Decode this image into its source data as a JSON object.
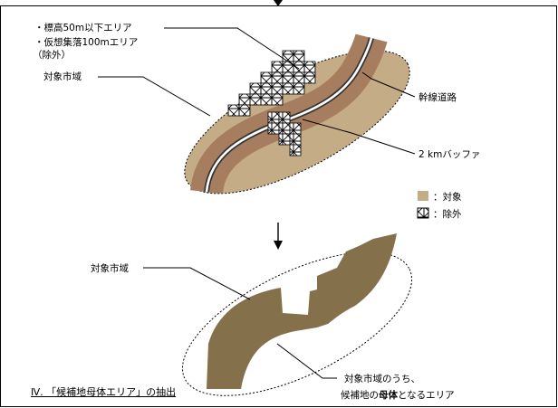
{
  "colors": {
    "target_fill": "#c4ad86",
    "buffer_fill": "#a67d5e",
    "mother_area_fill": "#84704a",
    "road_stroke": "#333333"
  },
  "top_diagram": {
    "exclusion_note_line1": "・標高50m以下エリア",
    "exclusion_note_line2": "・仮想集落100mエリア",
    "exclusion_note_line3": "（除外）",
    "city_area_label": "対象市域",
    "trunk_road_label": "幹線道路",
    "buffer_label": "2 kmバッファ"
  },
  "legend": {
    "target_label": "：対象",
    "excluded_label": "：除外"
  },
  "bottom_diagram": {
    "city_area_label": "対象市域",
    "result_line1": "対象市域のうち、",
    "result_line2_pre": "候補地の",
    "result_line2_bold": "母体",
    "result_line2_post": "となるエリア"
  },
  "footer": {
    "section_title": "Ⅳ. 「候補地母体エリア」の抽出"
  }
}
